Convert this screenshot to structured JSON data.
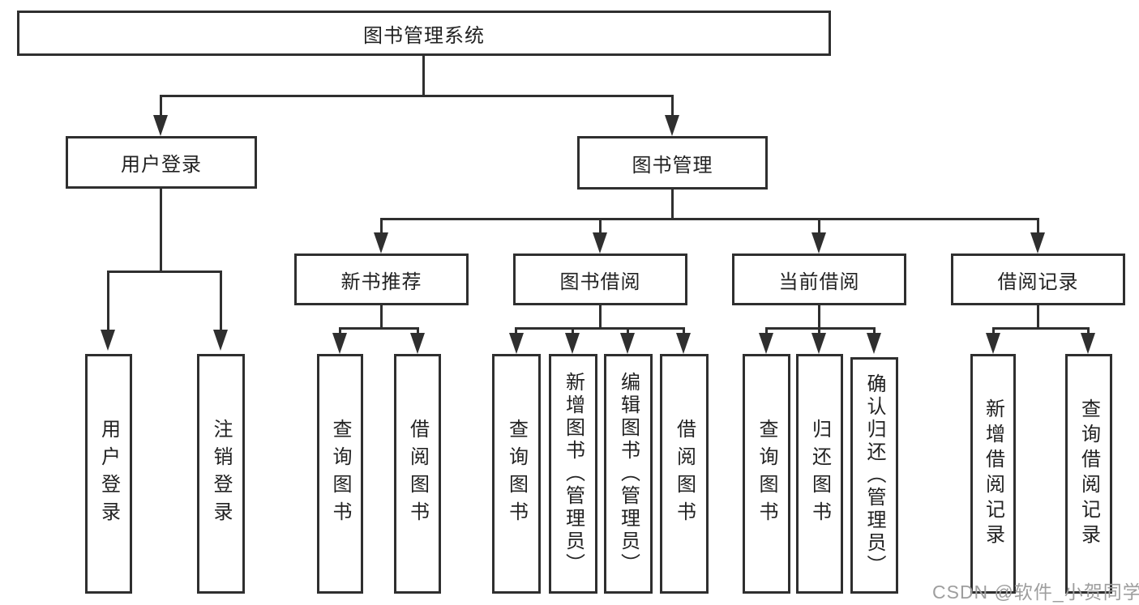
{
  "diagram": {
    "root": {
      "label": "图书管理系统"
    },
    "branches": [
      {
        "label": "用户登录",
        "leaves": [
          {
            "label": "用户登录"
          },
          {
            "label": "注销登录"
          }
        ]
      },
      {
        "label": "图书管理",
        "sections": [
          {
            "label": "新书推荐",
            "leaves": [
              {
                "label": "查询图书"
              },
              {
                "label": "借阅图书"
              }
            ]
          },
          {
            "label": "图书借阅",
            "leaves": [
              {
                "label": "查询图书"
              },
              {
                "label": "新增图书（管理员）"
              },
              {
                "label": "编辑图书（管理员）"
              },
              {
                "label": "借阅图书"
              }
            ]
          },
          {
            "label": "当前借阅",
            "leaves": [
              {
                "label": "查询图书"
              },
              {
                "label": "归还图书"
              },
              {
                "label": "确认归还（管理员）"
              }
            ]
          },
          {
            "label": "借阅记录",
            "leaves": [
              {
                "label": "新增借阅记录"
              },
              {
                "label": "查询借阅记录"
              }
            ]
          }
        ]
      }
    ]
  },
  "watermark": {
    "text": "CSDN @软件_小贺同学"
  },
  "colors": {
    "line": "#2f2f2f",
    "text": "#222222",
    "watermark": "#9e9e9e",
    "background": "#ffffff"
  }
}
